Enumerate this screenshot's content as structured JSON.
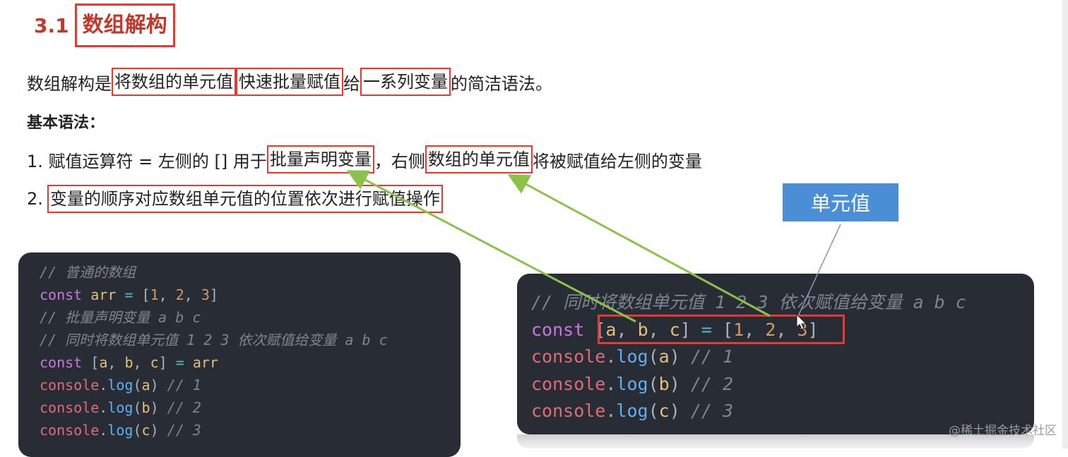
{
  "heading": {
    "number": "3.1",
    "title": "数组解构"
  },
  "intro": {
    "part1": "数组解构是",
    "hl1": "将数组的单元值",
    "hl2": "快速批量赋值",
    "part2": "给",
    "hl3": "一系列变量",
    "part3": "的简洁语法。"
  },
  "syntax_title": "基本语法：",
  "rule1": {
    "part1": "1. 赋值运算符 = 左侧的 [] 用于",
    "hl1": "批量声明变量",
    "part2": "，右侧",
    "hl2": "数组的单元值",
    "part3": "将被赋值给左侧的变量"
  },
  "rule2": {
    "prefix": "2.",
    "hl": "变量的顺序对应数组单元值的位置依次进行赋值操作"
  },
  "callout": {
    "label": "单元值"
  },
  "code_left": {
    "c1": "// 普通的数组",
    "l2": {
      "kw": "const",
      "var": "arr",
      "eq": "=",
      "ob": "[",
      "n1": "1",
      "n2": "2",
      "n3": "3",
      "cb": "]"
    },
    "c3": "// 批量声明变量 a b c",
    "c4": "// 同时将数组单元值 1 2 3 依次赋值给变量 a b c",
    "l5": {
      "kw": "const",
      "ob": "[",
      "a": "a",
      "b": "b",
      "c": "c",
      "cb": "]",
      "eq": "=",
      "rhs": "arr"
    },
    "logs": [
      {
        "obj": "console",
        "fn": "log",
        "arg": "a",
        "cm": "// 1"
      },
      {
        "obj": "console",
        "fn": "log",
        "arg": "b",
        "cm": "// 2"
      },
      {
        "obj": "console",
        "fn": "log",
        "arg": "c",
        "cm": "// 3"
      }
    ]
  },
  "code_right": {
    "c1": "// 同时将数组单元值 1 2 3 依次赋值给变量 a b c",
    "l2": {
      "kw": "const",
      "ob": "[",
      "a": "a",
      "b": "b",
      "c": "c",
      "cb": "]",
      "eq": "=",
      "rob": "[",
      "n1": "1",
      "n2": "2",
      "n3": "3",
      "rcb": "]"
    },
    "logs": [
      {
        "obj": "console",
        "fn": "log",
        "arg": "a",
        "cm": "// 1"
      },
      {
        "obj": "console",
        "fn": "log",
        "arg": "b",
        "cm": "// 2"
      },
      {
        "obj": "console",
        "fn": "log",
        "arg": "c",
        "cm": "// 3"
      }
    ]
  },
  "watermark": "@稀土掘金技术社区",
  "colors": {
    "highlight_border": "#e53935",
    "heading": "#c0392b",
    "arrow": "#8bc34a",
    "callout_bg": "#4a8fd6",
    "code_bg": "#282c34"
  },
  "icons": [
    "mouse-cursor-icon"
  ]
}
